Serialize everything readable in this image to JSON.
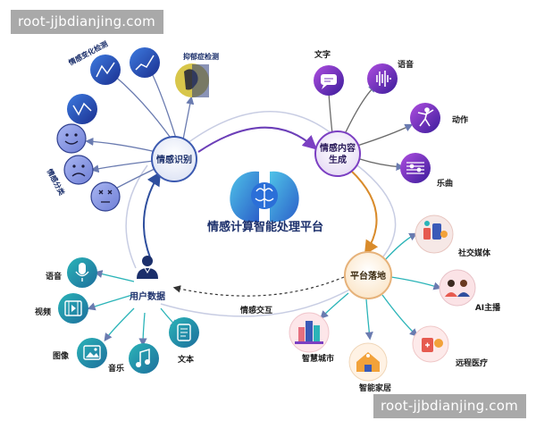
{
  "center": {
    "title": "情感计算智能处理平台"
  },
  "hubs": {
    "recognition": "情感识别",
    "generation_line1": "情感内容",
    "generation_line2": "生成",
    "deployment": "平台落地",
    "user_data": "用户数据"
  },
  "recognition_items": {
    "change_detection": "情感变化检测",
    "depression_detection": "抑郁症检测",
    "classification": "情感分类"
  },
  "generation_items": [
    "文字",
    "语音",
    "动作",
    "乐曲"
  ],
  "deployment_items": [
    "社交媒体",
    "AI主播",
    "远程医疗",
    "智能家居",
    "智慧城市"
  ],
  "user_data_items": [
    "语音",
    "视频",
    "图像",
    "音乐",
    "文本"
  ],
  "loop_label": "情感交互",
  "watermarks": {
    "top": "root-jjbdianjing.com",
    "bottom": "root-jjbdianjing.com"
  },
  "colors": {
    "accent_blue": "#2f4f9e",
    "purple": "#7b3fc2",
    "orange": "#d98b2b",
    "teal": "#1f9aa5",
    "red": "#e65a4f"
  }
}
